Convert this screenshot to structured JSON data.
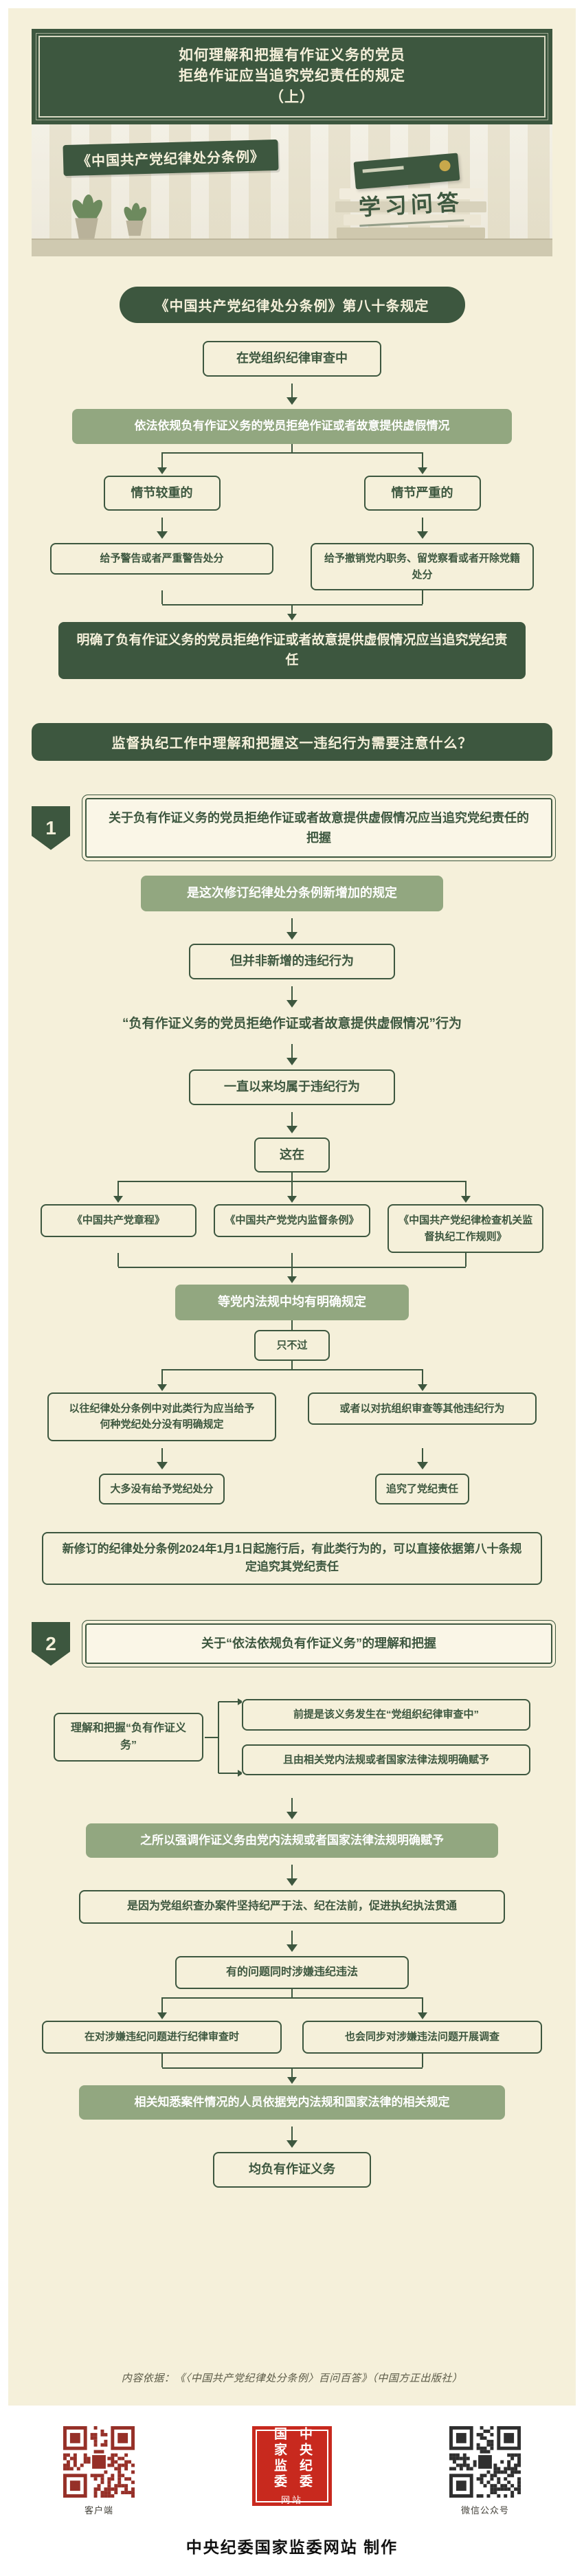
{
  "header": {
    "line1": "如何理解和把握有作证义务的党员",
    "line2": "拒绝作证应当追究党纪责任的规定",
    "line3": "（上）"
  },
  "hero": {
    "banner": "《中国共产党纪律处分条例》",
    "tagline": "学习问答"
  },
  "section_article": {
    "title": "《中国共产党纪律处分条例》第八十条规定",
    "flow": {
      "premise": "在党组织纪律审查中",
      "conduct": "依法依规负有作证义务的党员拒绝作证或者故意提供虚假情况",
      "cond_left": "情节较重的",
      "cond_right": "情节严重的",
      "penalty_left": "给予警告或者严重警告处分",
      "penalty_right": "给予撤销党内职务、留党察看或者开除党籍处分",
      "conclusion": "明确了负有作证义务的党员拒绝作证或者故意提供虚假情况应当追究党纪责任"
    }
  },
  "section_question": {
    "title": "监督执纪工作中理解和把握这一违纪行为需要注意什么？"
  },
  "point1": {
    "number": "1",
    "title": "关于负有作证义务的党员拒绝作证或者故意提供虚假情况应当追究党纪责任的把握",
    "new_rule": "是这次修订纪律处分条例新增加的规定",
    "not_new": "但并非新增的违纪行为",
    "quote": "“负有作证义务的党员拒绝作证或者故意提供虚假情况”行为",
    "always": "一直以来均属于违纪行为",
    "zhe_zai": "这在",
    "laws": [
      "《中国共产党章程》",
      "《中国共产党党内监督条例》",
      "《中国共产党纪律检查机关监督执纪工作规则》"
    ],
    "laws_note": "等党内法规中均有明确规定",
    "however": "只不过",
    "past_left": "以往纪律处分条例中对此类行为应当给予何种党纪处分没有明确规定",
    "past_left_result": "大多没有给予党纪处分",
    "past_right": "或者以对抗组织审查等其他违纪行为",
    "past_right_result": "追究了党纪责任",
    "effective": "新修订的纪律处分条例2024年1月1日起施行后，有此类行为的，可以直接依据第八十条规定追究其党纪责任"
  },
  "point2": {
    "number": "2",
    "title": "关于“依法依规负有作证义务”的理解和把握",
    "lead": "理解和把握“负有作证义务”",
    "premise1": "前提是该义务发生在“党组织纪律审查中”",
    "premise2": "且由相关党内法规或者国家法律法规明确赋予",
    "why": "之所以强调作证义务由党内法规或者国家法律法规明确赋予",
    "reason": "是因为党组织查办案件坚持纪严于法、纪在法前，促进执纪执法贯通",
    "situation": "有的问题同时涉嫌违纪违法",
    "para_left": "在对涉嫌违纪问题进行纪律审查时",
    "para_right": "也会同步对涉嫌违法问题开展调查",
    "duty_source": "相关知悉案件情况的人员依据党内法规和国家法律的相关规定",
    "duty": "均负有作证义务"
  },
  "source_note": "内容依据：《〈中国共产党纪律处分条例〉百问百答》（中国方正出版社）",
  "footer": {
    "qr_left_label": "客户端",
    "qr_right_label": "微信公众号",
    "logo_line1": "中央纪委",
    "logo_line2": "国家监委",
    "logo_line3": "网站",
    "credit": "中央纪委国家监委网站 制作"
  }
}
